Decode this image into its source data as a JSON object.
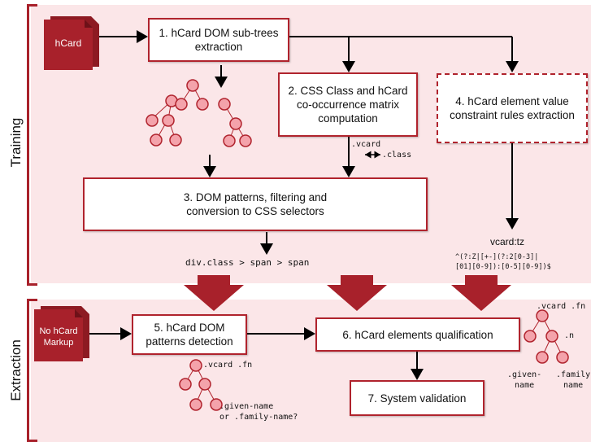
{
  "sections": {
    "training": "Training",
    "extraction": "Extraction"
  },
  "docs": {
    "hcard": "hCard",
    "no_hcard": "No hCard\nMarkup"
  },
  "steps": {
    "s1": "1. hCard DOM sub-trees\nextraction",
    "s2": "2. CSS Class and hCard\nco-occurrence matrix\ncomputation",
    "s3": "3. DOM patterns, filtering and\nconversion to CSS selectors",
    "s4": "4. hCard element value\nconstraint rules extraction",
    "s5": "5. hCard DOM\npatterns detection",
    "s6": "6. hCard elements qualification",
    "s7": "7. System validation"
  },
  "annotations": {
    "vcard": ".vcard",
    "class": ".class",
    "selector": "div.class > span > span",
    "vcard_tz": "vcard:tz",
    "regex": "^(?:Z|[+-](?:2[0-3]|\n[01][0-9]):[0-5][0-9])$",
    "tree5_top": ".vcard .fn",
    "tree5_bottom": ".given-name\nor .family-name?",
    "tree6_top": ".vcard .fn",
    "tree6_mid": ".n",
    "tree6_left": ".given-\nname",
    "tree6_right": ".family\nname"
  },
  "colors": {
    "accent": "#a8212b",
    "panel": "#fbe6e8",
    "node": "#f4a3ab"
  }
}
